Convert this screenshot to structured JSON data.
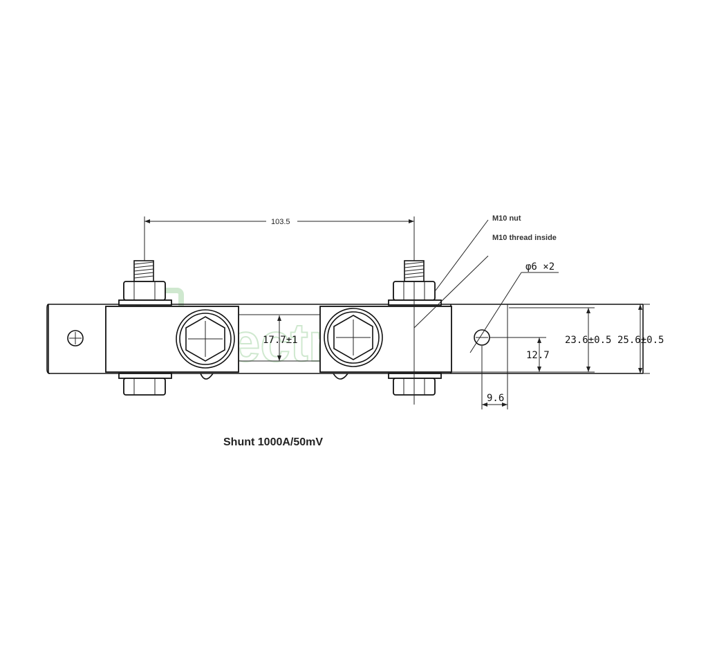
{
  "watermark": "electrician",
  "dimensions": {
    "stud_spacing": "103.5",
    "gap_height": "17.7±1",
    "inner_height": "23.6±0.5",
    "outer_height": "25.6±0.5",
    "hole_center": "12.7",
    "hole_offset": "9.6",
    "hole_spec": "φ6 ×2"
  },
  "notes": {
    "nut": "M10 nut",
    "thread": "M10 thread inside"
  },
  "caption": "Shunt 1000A/50mV"
}
